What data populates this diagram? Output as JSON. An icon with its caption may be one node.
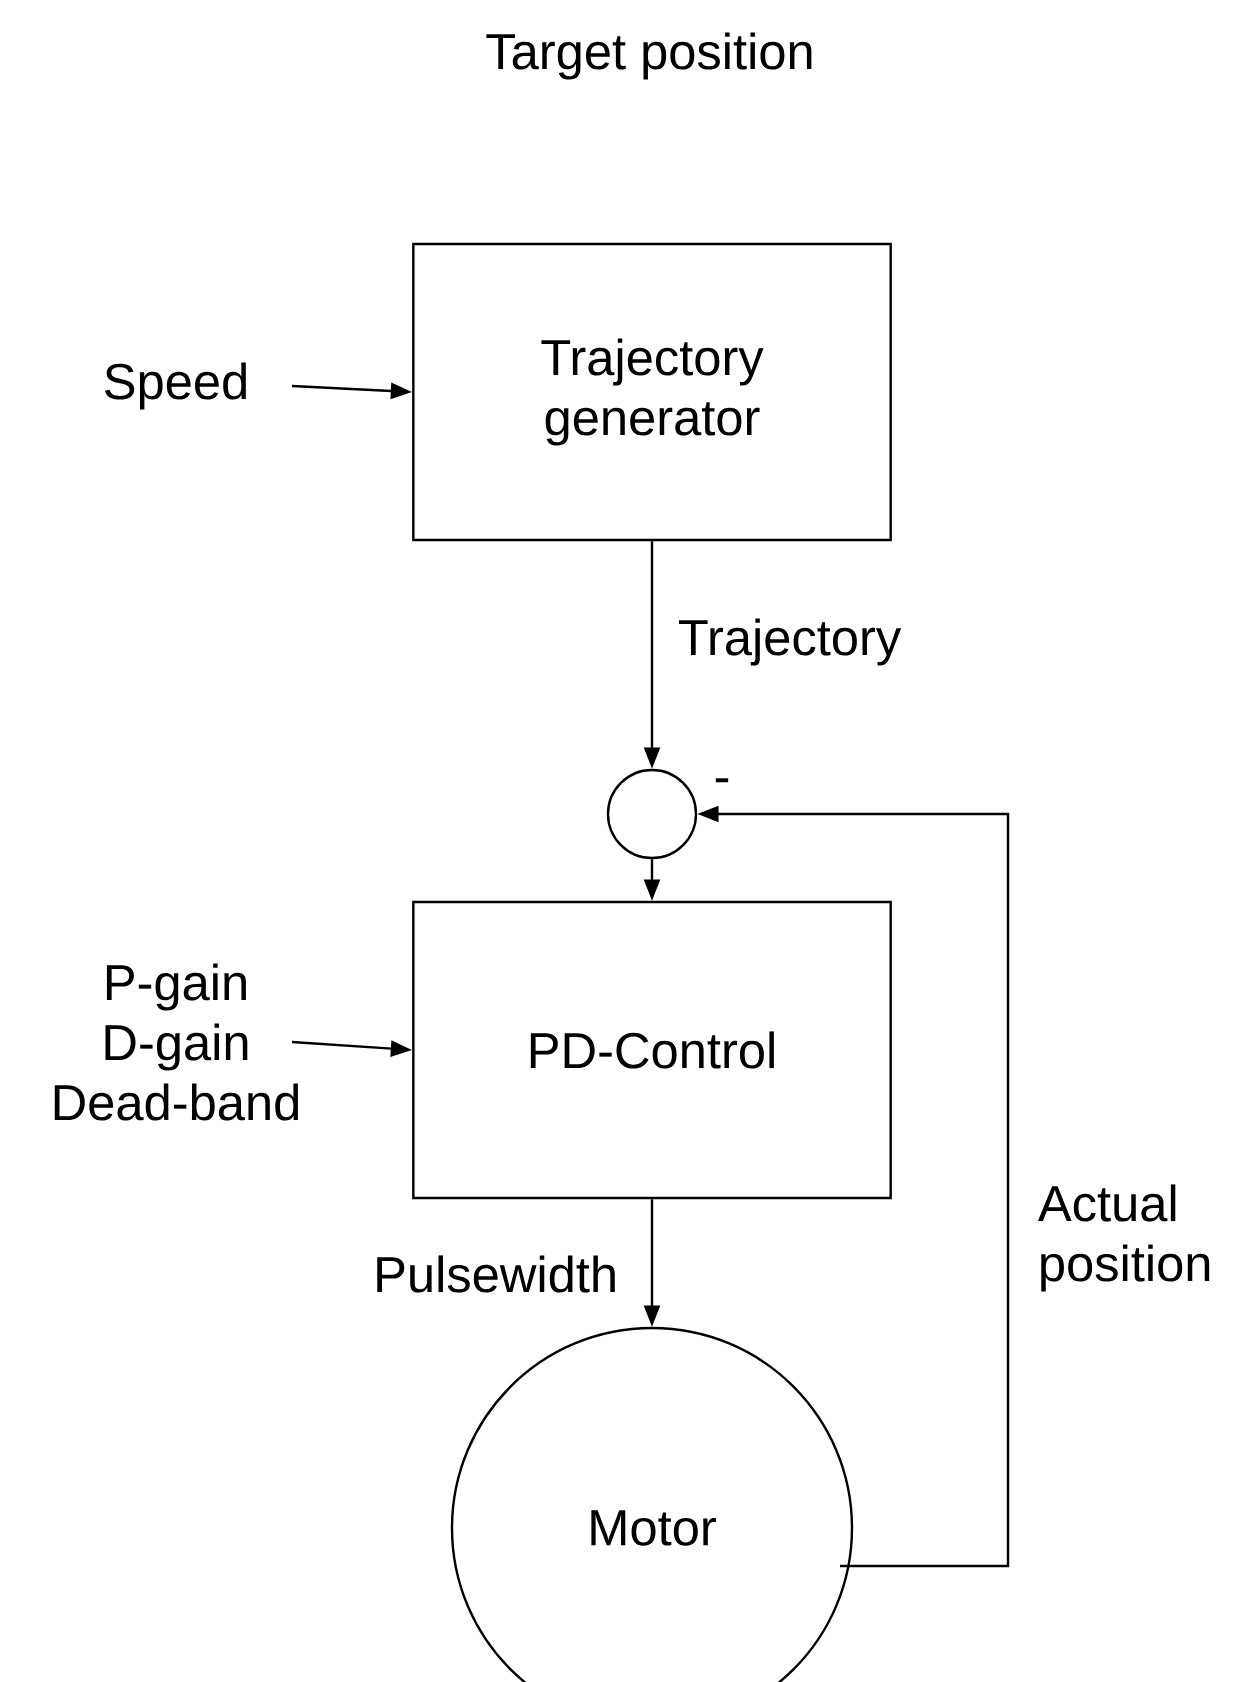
{
  "diagram": {
    "title": "Target position",
    "nodes": [
      {
        "text": [
          "Speed"
        ]
      },
      {
        "text": [
          "Trajectory generator"
        ]
      },
      {
        "text": [],
        "shape": "circle"
      },
      {
        "text": [
          "P-gain D-gain Dead-band"
        ]
      },
      {
        "text": [
          "PD-Control"
        ]
      },
      {
        "text": [
          "Motor"
        ]
      }
    ],
    "edges": [
      {
        "from": 0,
        "to": 1,
        "arrow": "to"
      },
      {
        "from": 1,
        "to": 2,
        "arrow": "to",
        "label": "Trajectory"
      },
      {
        "from": 5,
        "to": 2,
        "arrow": "to",
        "label": "Actual position"
      },
      {
        "from": 2,
        "to": 4,
        "arrow": "to"
      },
      {
        "from": 3,
        "to": 4,
        "arrow": "to"
      },
      {
        "from": 4,
        "to": 5,
        "arrow": "to",
        "label": "Pulsewidth"
      }
    ],
    "labels": [
      "-"
    ]
  }
}
